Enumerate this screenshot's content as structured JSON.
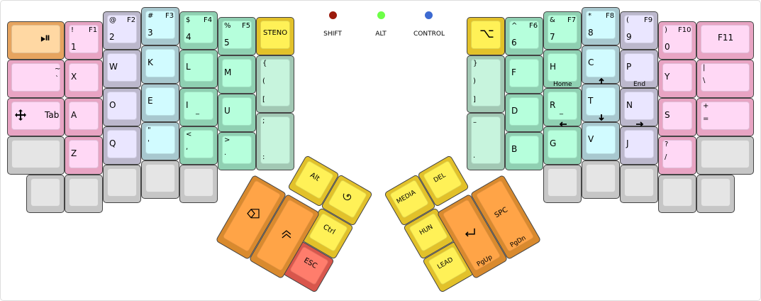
{
  "legend": [
    {
      "label": "SHIFT",
      "color": "#9b1a0c"
    },
    {
      "label": "ALT",
      "color": "#6dff47"
    },
    {
      "label": "CONTROL",
      "color": "#3d6ad1"
    }
  ],
  "left": {
    "play_pause": "⏯",
    "tilde": "~",
    "backtick": "`",
    "tab": "Tab",
    "excl": "!",
    "f1": "F1",
    "one": "1",
    "x": "X",
    "a": "A",
    "z": "Z",
    "at": "@",
    "f2": "F2",
    "two": "2",
    "w": "W",
    "o": "O",
    "q": "Q",
    "hash": "#",
    "f3": "F3",
    "three": "3",
    "k": "K",
    "e": "E",
    "dquote": "\"",
    "squote": "'",
    "dollar": "$",
    "f4": "F4",
    "four": "4",
    "l": "L",
    "i": "I",
    "i_sub": "_",
    "lt": "<",
    "comma": ",",
    "percent": "%",
    "f5": "F5",
    "five": "5",
    "m": "M",
    "u": "U",
    "gt": ">",
    "period": ".",
    "steno": "STENO",
    "lbrace": "{",
    "lparen": "(",
    "lbracket": "[",
    "semicolon": ";",
    "colon": ":"
  },
  "right": {
    "alt_sym": "⌥",
    "rbrace": "}",
    "rparen": ")",
    "rbracket": "]",
    "dash": "–",
    "dot": ".",
    "caret": "^",
    "f6": "F6",
    "six": "6",
    "f": "F",
    "d": "D",
    "b": "B",
    "amp": "&",
    "f7": "F7",
    "seven": "7",
    "h": "H",
    "home": "Home",
    "r": "R",
    "r_sub": "_",
    "g": "G",
    "star": "*",
    "f8": "F8",
    "eight": "8",
    "c": "C",
    "t": "T",
    "v": "V",
    "lparen": "(",
    "f9": "F9",
    "nine": "9",
    "p": "P",
    "end": "End",
    "n": "N",
    "j": "J",
    "f10": "F10",
    "zero": "0",
    "y": "Y",
    "s": "S",
    "question": "?",
    "slash": "/",
    "f11": "F11",
    "pipe": "|",
    "backslash": "\\",
    "plus": "+",
    "equals": "="
  },
  "thumbs_left": {
    "alt": "Alt",
    "ctrl": "Ctrl",
    "esc": "ESC"
  },
  "thumbs_right": {
    "media": "MEDIA",
    "del": "DEL",
    "hun": "HUN",
    "lead": "LEAD",
    "spc": "SPC",
    "pgup": "PgUp",
    "pgdn": "PgDn"
  }
}
